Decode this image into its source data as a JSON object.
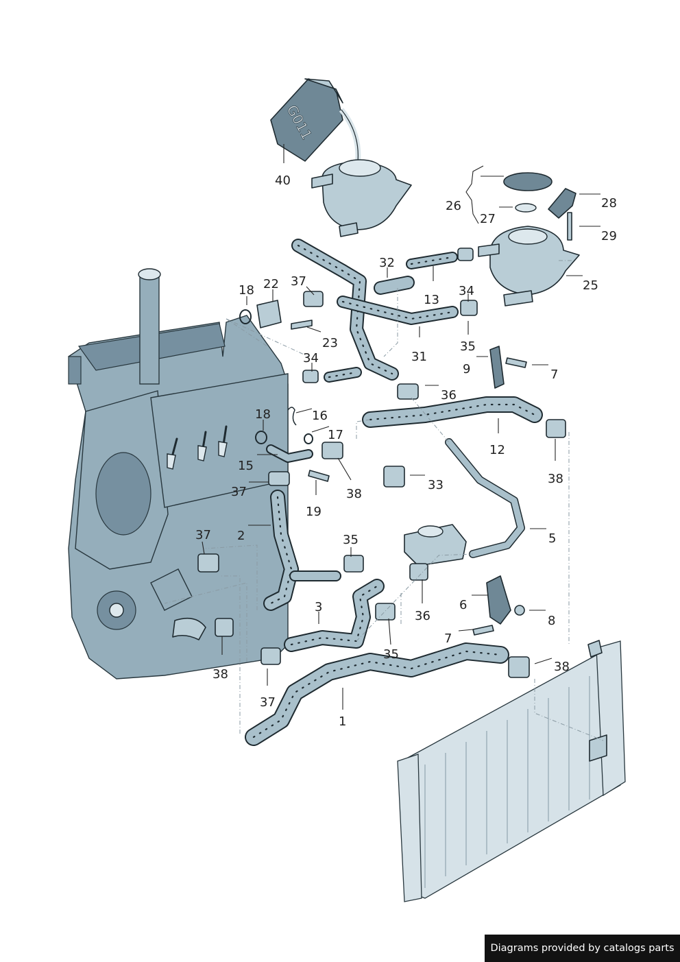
{
  "callouts": [
    {
      "number": "1"
    },
    {
      "number": "2"
    },
    {
      "number": "3"
    },
    {
      "number": "5"
    },
    {
      "number": "6"
    },
    {
      "number": "7"
    },
    {
      "number": "7"
    },
    {
      "number": "8"
    },
    {
      "number": "9"
    },
    {
      "number": "12"
    },
    {
      "number": "13"
    },
    {
      "number": "15"
    },
    {
      "number": "16"
    },
    {
      "number": "17"
    },
    {
      "number": "18"
    },
    {
      "number": "18"
    },
    {
      "number": "19"
    },
    {
      "number": "22"
    },
    {
      "number": "23"
    },
    {
      "number": "25"
    },
    {
      "number": "26"
    },
    {
      "number": "27"
    },
    {
      "number": "28"
    },
    {
      "number": "29"
    },
    {
      "number": "31"
    },
    {
      "number": "32"
    },
    {
      "number": "33"
    },
    {
      "number": "34"
    },
    {
      "number": "34"
    },
    {
      "number": "35"
    },
    {
      "number": "35"
    },
    {
      "number": "35"
    },
    {
      "number": "36"
    },
    {
      "number": "36"
    },
    {
      "number": "37"
    },
    {
      "number": "37"
    },
    {
      "number": "37"
    },
    {
      "number": "37"
    },
    {
      "number": "38"
    },
    {
      "number": "38"
    },
    {
      "number": "38"
    },
    {
      "number": "38"
    },
    {
      "number": "40"
    }
  ],
  "bottle_label": "G011",
  "credit": "Diagrams provided by catalogs parts",
  "colors": {
    "part_fill": "#b9cdd6",
    "outline": "#1e2a30",
    "engine_fill": "#95aebb",
    "credit_bg": "#121212"
  }
}
